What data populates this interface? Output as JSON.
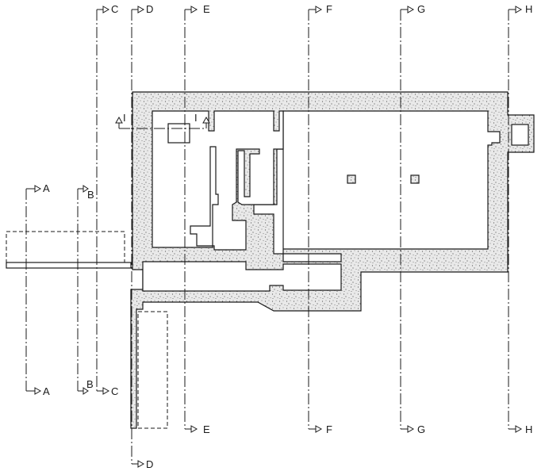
{
  "section_lines": [
    {
      "id": "A",
      "top_label": "A",
      "bottom_label": "A"
    },
    {
      "id": "B",
      "top_label": "B",
      "bottom_label": "B"
    },
    {
      "id": "C",
      "top_label": "C",
      "bottom_label": "C"
    },
    {
      "id": "D",
      "top_label": "D",
      "bottom_label": "D"
    },
    {
      "id": "E",
      "top_label": "E",
      "bottom_label": "E"
    },
    {
      "id": "F",
      "top_label": "F",
      "bottom_label": "F"
    },
    {
      "id": "G",
      "top_label": "G",
      "bottom_label": "G"
    },
    {
      "id": "H",
      "top_label": "H",
      "bottom_label": "H"
    },
    {
      "id": "I",
      "top_label": "I",
      "bottom_label": "I"
    }
  ]
}
